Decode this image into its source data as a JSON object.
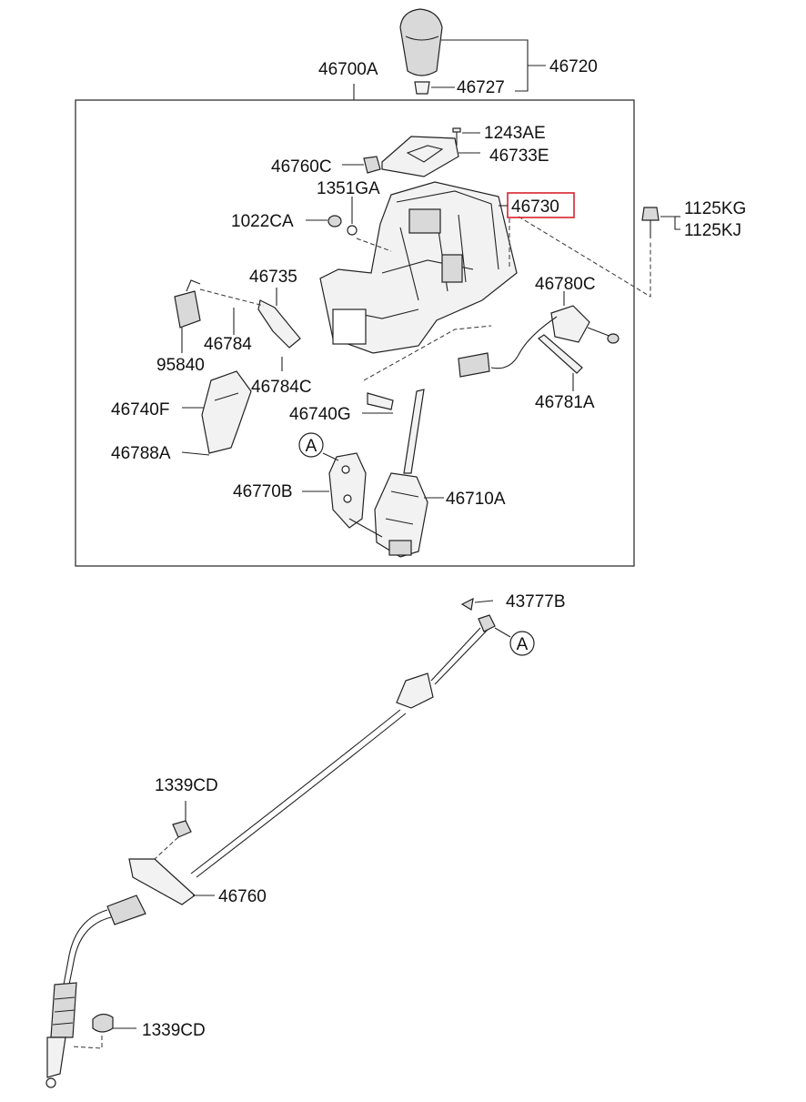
{
  "labels": {
    "p46720": "46720",
    "p46727": "46727",
    "p46700A": "46700A",
    "p1243AE": "1243AE",
    "p46733E": "46733E",
    "p46760C": "46760C",
    "p1351GA": "1351GA",
    "p46730": "46730",
    "p1022CA": "1022CA",
    "p1125KG": "1125KG",
    "p1125KJ": "1125KJ",
    "p46735": "46735",
    "p46780C": "46780C",
    "p46784": "46784",
    "p95840": "95840",
    "p46784C": "46784C",
    "p46781A": "46781A",
    "p46740F": "46740F",
    "p46740G": "46740G",
    "p46788A": "46788A",
    "p46770B": "46770B",
    "p46710A": "46710A",
    "p43777B": "43777B",
    "p1339CD_top": "1339CD",
    "p46760": "46760",
    "p1339CD_bottom": "1339CD"
  },
  "callouts": {
    "refA_top": "A",
    "refA_bottom": "A"
  },
  "highlight": {
    "part": "46730",
    "color": "#d9232d"
  },
  "icons": [
    "shift-knob-icon",
    "shifter-housing-icon",
    "shift-cable-icon",
    "bolt-icon",
    "nut-icon"
  ]
}
